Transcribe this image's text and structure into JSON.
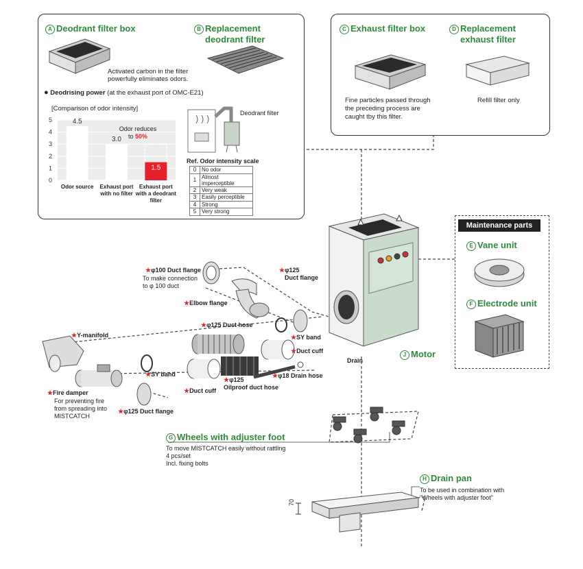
{
  "panel_a": {
    "letter": "A",
    "title": "Deodrant filter box",
    "desc_line1": "Activated carbon in the filter",
    "desc_line2": "powerfully eliminates odors.",
    "power_label": "Deodrising power",
    "power_note": "(at the exhaust port of OMC-E21)"
  },
  "panel_b": {
    "letter": "B",
    "title_line1": "Replacement",
    "title_line2": "deodrant filter"
  },
  "panel_c": {
    "letter": "C",
    "title": "Exhaust filter box",
    "desc_line1": "Fine particles passed through",
    "desc_line2": "the preceding process are",
    "desc_line3": "caught tby this filter."
  },
  "panel_d": {
    "letter": "D",
    "title_line1": "Replacement",
    "title_line2": "exhaust filter",
    "desc": "Refill filter only"
  },
  "chart_data": {
    "type": "bar",
    "title": "[Comparison of odor intensity]",
    "categories": [
      "Odor source",
      "Exhaust port with no filter",
      "Exhaust port with a deodrant filter"
    ],
    "category_lines": [
      [
        "Odor source"
      ],
      [
        "Exhaust port",
        "with no filter"
      ],
      [
        "Exhaust port",
        "with a deodrant",
        "filter"
      ]
    ],
    "values": [
      4.5,
      3.0,
      1.5
    ],
    "value_labels": [
      "4.5",
      "3.0",
      "1.5"
    ],
    "highlight_index": 2,
    "highlight_color": "#e8202a",
    "ylim": [
      0,
      5
    ],
    "yticks": [
      "0",
      "1",
      "2",
      "3",
      "4",
      "5"
    ],
    "annotation_line1": "Odor reduces",
    "annotation_line2_prefix": "to ",
    "annotation_line2_value": "50%",
    "grid": true
  },
  "deodrant_label": "Deodrant filter",
  "scale": {
    "title": "Ref. Odor intensity scale",
    "rows": [
      {
        "n": "0",
        "t": "No odor"
      },
      {
        "n": "1",
        "t": "Almost imperceptible"
      },
      {
        "n": "2",
        "t": "Very weak"
      },
      {
        "n": "3",
        "t": "Easily perceptible"
      },
      {
        "n": "4",
        "t": "Strong"
      },
      {
        "n": "5",
        "t": "Very strong"
      }
    ]
  },
  "maintenance": {
    "header": "Maintenance parts",
    "e_letter": "E",
    "e_title": "Vane unit",
    "f_letter": "F",
    "f_title": "Electrode unit"
  },
  "parts": {
    "duct_flange_100": "φ100 Duct flange",
    "duct_flange_100_note1": "To make connection",
    "duct_flange_100_note2": "to φ 100 duct",
    "elbow_flange": "Elbow flange",
    "flange_125_a": "φ125",
    "flange_125_b": "Duct flange",
    "duct_hose_125": "φ125 Duct hose",
    "sy_band_right": "SY band",
    "duct_cuff_right": "Duct cuff",
    "drain": "Drain",
    "y_manifold": "Y-manifold",
    "sy_band_left": "SY band",
    "duct_cuff_left": "Duct cuff",
    "oilproof_a": "φ125",
    "oilproof_b": "Oilproof duct hose",
    "drain_hose": "φ18 Drain hose",
    "fire_damper": "Fire damper",
    "fire_note1": "For preventing fire",
    "fire_note2": "from spreading into",
    "fire_note3": "MISTCATCH",
    "duct_flange_125_bottom": "φ125 Duct flange",
    "motor_letter": "J",
    "motor": "Motor"
  },
  "wheels": {
    "letter": "G",
    "title": "Wheels with adjuster foot",
    "line1": "To move MISTCATCH easily without rattling",
    "line2": "4 pcs/set",
    "line3": "Incl. fixing bolts"
  },
  "drainpan": {
    "letter": "H",
    "title": "Drain pan",
    "line1": "To be used in combination with",
    "line2": "\"Wheels with adjuster foot\"",
    "dim": "70"
  }
}
